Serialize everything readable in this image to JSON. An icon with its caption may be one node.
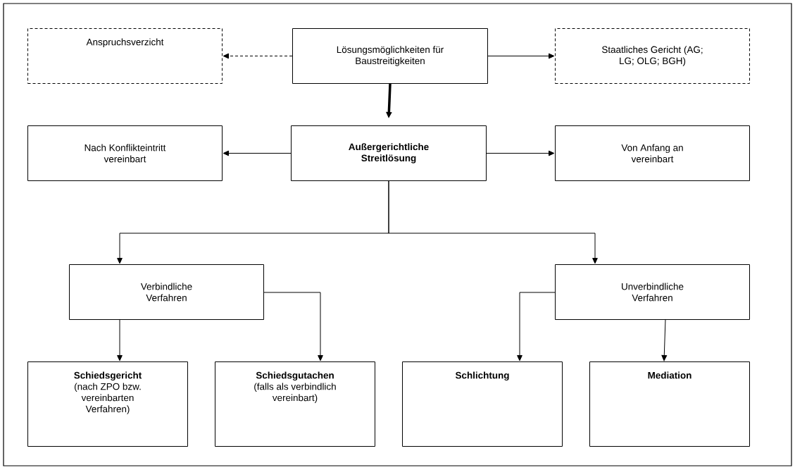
{
  "diagram": {
    "nodes": [
      {
        "text": [
          "Anspruchsverzicht"
        ]
      },
      {
        "text": [
          "Lösungsmöglichkeiten für Baustreitigkeiten"
        ]
      },
      {
        "text": [
          "Staatliches Gericht (AG; LG; OLG; BGH)"
        ]
      },
      {
        "text": [
          "Nach Konflikteintritt vereinbart"
        ]
      },
      {
        "text": [
          "Außergerichtliche Streitlösung"
        ]
      },
      {
        "text": [
          "Von Anfang an vereinbart"
        ]
      },
      {
        "text": [
          "Verbindliche Verfahren"
        ]
      },
      {
        "text": [
          "Unverbindliche Verfahren"
        ]
      },
      {
        "text": [
          "Schiedsgericht",
          "(nach ZPO bzw. vereinbarten Verfahren)"
        ]
      },
      {
        "text": [
          "Schiedsgutachen",
          "(falls als verbindlich vereinbart)"
        ]
      },
      {
        "text": [
          "Schlichtung"
        ]
      },
      {
        "text": [
          "Mediation"
        ]
      }
    ],
    "edges": [
      {
        "from": 1,
        "to": 0,
        "arrow": "to",
        "style": "dashed"
      },
      {
        "from": 1,
        "to": 2,
        "arrow": "to"
      },
      {
        "from": 1,
        "to": 4,
        "arrow": "to",
        "style": "thick"
      },
      {
        "from": 4,
        "to": 3,
        "arrow": "to"
      },
      {
        "from": 4,
        "to": 5,
        "arrow": "to"
      },
      {
        "from": 4,
        "to": 6,
        "arrow": "to"
      },
      {
        "from": 4,
        "to": 7,
        "arrow": "to"
      },
      {
        "from": 6,
        "to": 8,
        "arrow": "to"
      },
      {
        "from": 6,
        "to": 9,
        "arrow": "to"
      },
      {
        "from": 7,
        "to": 10,
        "arrow": "to"
      },
      {
        "from": 7,
        "to": 11,
        "arrow": "to"
      }
    ]
  }
}
